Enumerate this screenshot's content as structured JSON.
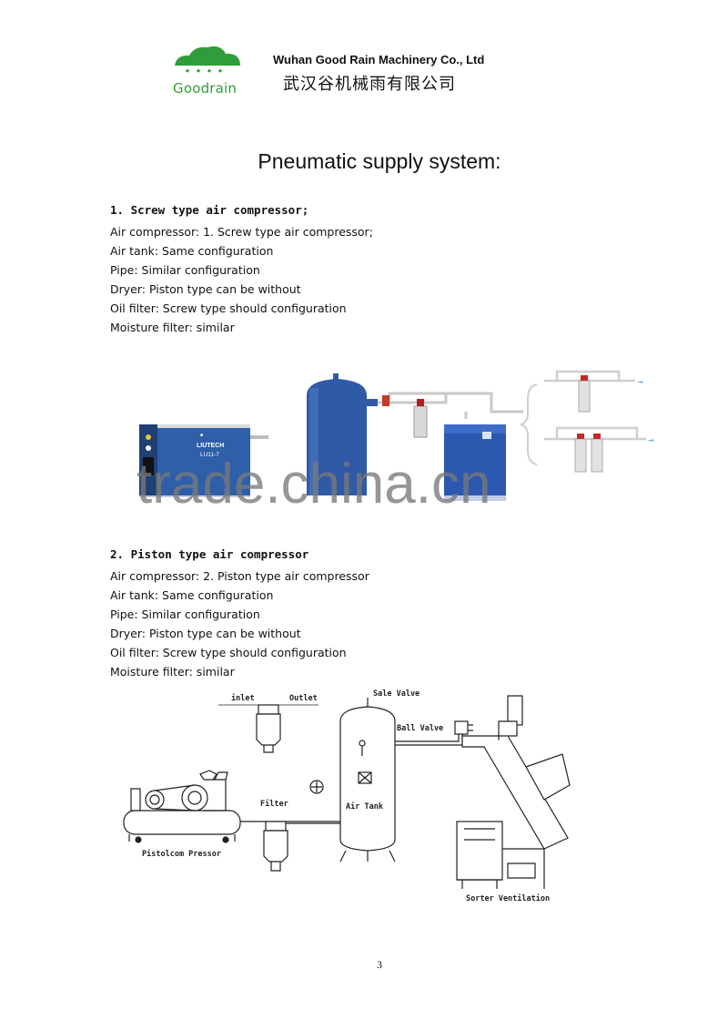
{
  "header": {
    "logo_text": "Goodrain",
    "company_en": "Wuhan Good Rain Machinery Co., Ltd",
    "company_cn": "武汉谷机械雨有限公司"
  },
  "title": "Pneumatic supply system:",
  "sections": [
    {
      "heading": "1. Screw type air compressor;",
      "lines": [
        "Air compressor: 1. Screw type air compressor;",
        "Air tank: Same configuration",
        "Pipe: Similar configuration",
        "Dryer: Piston type can be without",
        "Oil filter: Screw type should configuration",
        "Moisture filter: similar"
      ]
    },
    {
      "heading": "2. Piston type air compressor",
      "lines": [
        "Air compressor: 2. Piston type air compressor",
        "Air tank: Same configuration",
        "Pipe: Similar configuration",
        "Dryer: Piston type can be without",
        "Oil filter: Screw type should configuration",
        "Moisture filter: similar"
      ]
    }
  ],
  "photo": {
    "brand": "LIUTECH",
    "model": "LU11-7"
  },
  "diagram": {
    "inlet": "inlet",
    "outlet": "Outlet",
    "sale_valve": "Sale Valve",
    "ball_valve": "Ball Valve",
    "filter": "Filter",
    "air_tank": "Air Tank",
    "compressor": "Pistolcom Pressor",
    "sorter": "Sorter Ventilation"
  },
  "watermark": "trade.china.cn",
  "page_number": "3",
  "colors": {
    "logo_green": "#2f9e3a",
    "compressor_blue": "#2e5fa8",
    "tank_blue": "#2f5aa6"
  }
}
